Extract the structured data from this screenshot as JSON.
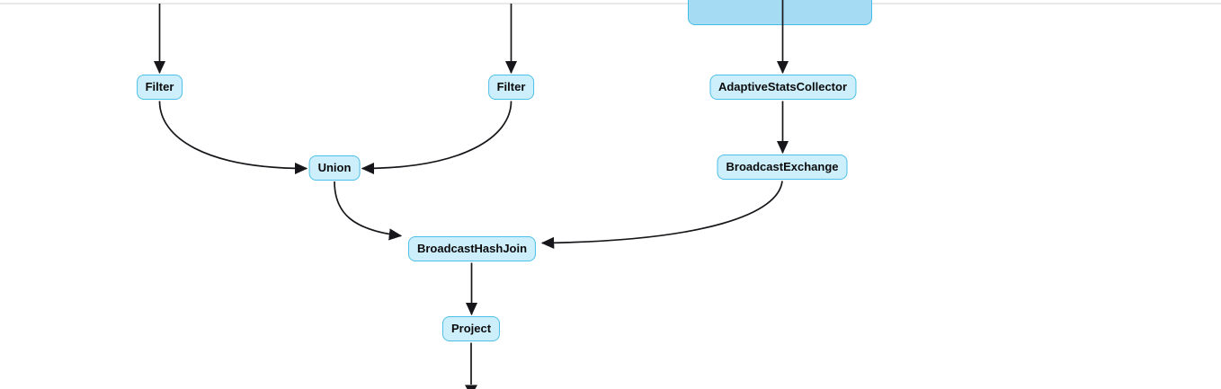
{
  "diagram": {
    "type": "query-plan-dag",
    "colors": {
      "node_fill": "#cdeefb",
      "node_border": "#4cc0e8",
      "cluster_fill": "#a6dcf3",
      "cluster_border": "#44bce7",
      "edge": "#17171b",
      "top_rule": "#e9e9e9",
      "background": "#ffffff",
      "label_text": "#0c0c0c"
    },
    "cluster": {
      "id": "cluster-top-right",
      "note": "box cut off by top edge of view"
    },
    "nodes": [
      {
        "id": "filter-1",
        "label": "Filter"
      },
      {
        "id": "filter-2",
        "label": "Filter"
      },
      {
        "id": "adaptive-stats-collector",
        "label": "AdaptiveStatsCollector"
      },
      {
        "id": "broadcast-exchange",
        "label": "BroadcastExchange"
      },
      {
        "id": "union",
        "label": "Union"
      },
      {
        "id": "broadcast-hash-join",
        "label": "BroadcastHashJoin"
      },
      {
        "id": "project",
        "label": "Project"
      }
    ],
    "edges": [
      {
        "from": "offscreen-top",
        "to": "filter-1"
      },
      {
        "from": "offscreen-top",
        "to": "filter-2"
      },
      {
        "from": "offscreen-top-cluster",
        "to": "adaptive-stats-collector"
      },
      {
        "from": "adaptive-stats-collector",
        "to": "broadcast-exchange"
      },
      {
        "from": "filter-1",
        "to": "union"
      },
      {
        "from": "filter-2",
        "to": "union"
      },
      {
        "from": "union",
        "to": "broadcast-hash-join"
      },
      {
        "from": "broadcast-exchange",
        "to": "broadcast-hash-join"
      },
      {
        "from": "broadcast-hash-join",
        "to": "project"
      },
      {
        "from": "project",
        "to": "offscreen-bottom"
      }
    ]
  }
}
